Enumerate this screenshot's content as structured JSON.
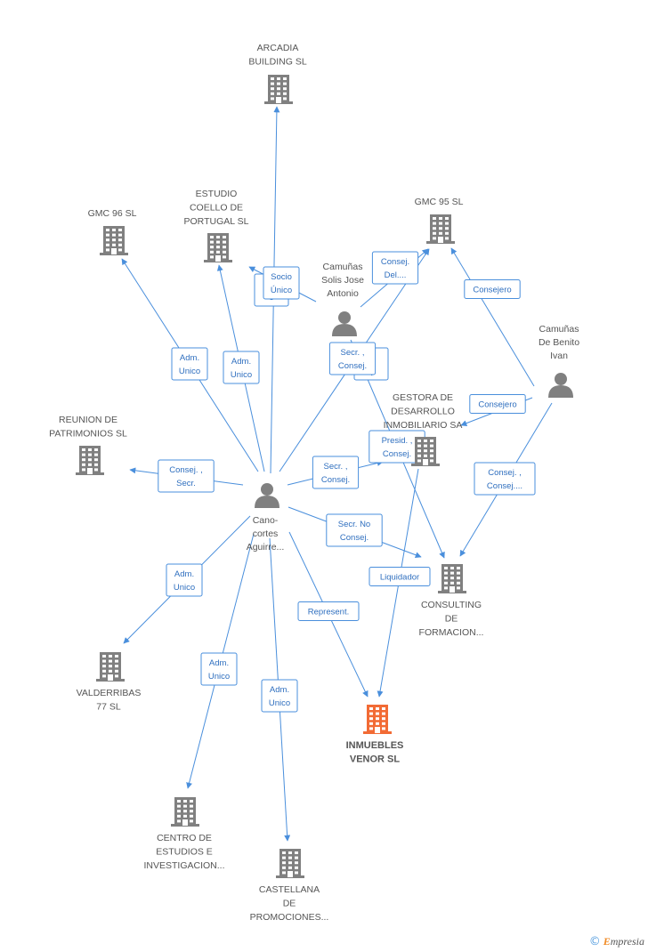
{
  "colors": {
    "edge": "#4a8fdc",
    "company": "#808080",
    "focus_company": "#f26b35",
    "person": "#808080"
  },
  "nodes": [
    {
      "id": "arcadia",
      "type": "company",
      "label": [
        "ARCADIA",
        "BUILDING  SL"
      ]
    },
    {
      "id": "estudio_coello",
      "type": "company",
      "label": [
        "ESTUDIO",
        "COELLO DE",
        "PORTUGAL  SL"
      ]
    },
    {
      "id": "gmc96",
      "type": "company",
      "label": [
        "GMC 96 SL"
      ]
    },
    {
      "id": "gmc95",
      "type": "company",
      "label": [
        "GMC 95 SL"
      ]
    },
    {
      "id": "camunas_solis",
      "type": "person",
      "label": [
        "Camuñas",
        "Solis Jose",
        "Antonio"
      ]
    },
    {
      "id": "camunas_benito",
      "type": "person",
      "label": [
        "Camuñas",
        "De Benito",
        "Ivan"
      ]
    },
    {
      "id": "gestora",
      "type": "company",
      "label": [
        "GESTORA DE",
        "DESARROLLO",
        "INMOBILIARIO SA"
      ]
    },
    {
      "id": "reunion",
      "type": "company",
      "label": [
        "REUNION DE",
        "PATRIMONIOS SL"
      ]
    },
    {
      "id": "canocortes",
      "type": "person",
      "label": [
        "Cano-",
        "cortes",
        "Aguirre..."
      ]
    },
    {
      "id": "consulting",
      "type": "company",
      "label": [
        "CONSULTING",
        "DE",
        "FORMACION..."
      ]
    },
    {
      "id": "valderribas",
      "type": "company",
      "label": [
        "VALDERRIBAS",
        "77 SL"
      ]
    },
    {
      "id": "inmuebles",
      "type": "company",
      "focus": true,
      "label": [
        "INMUEBLES",
        "VENOR SL"
      ]
    },
    {
      "id": "centro",
      "type": "company",
      "label": [
        "CENTRO DE",
        "ESTUDIOS E",
        "INVESTIGACION..."
      ]
    },
    {
      "id": "castellana",
      "type": "company",
      "label": [
        "CASTELLANA",
        "DE",
        "PROMOCIONES..."
      ]
    }
  ],
  "edges": [
    {
      "from": "canocortes",
      "to": "arcadia",
      "label": []
    },
    {
      "from": "canocortes",
      "to": "estudio_coello",
      "label": [
        "Adm.",
        "Unico"
      ]
    },
    {
      "from": "canocortes",
      "to": "gmc96",
      "label": [
        "Adm.",
        "Unico"
      ]
    },
    {
      "from": "canocortes",
      "to": "gmc95",
      "label": [
        "Secr. ,",
        "Consej."
      ]
    },
    {
      "from": "canocortes",
      "to": "reunion",
      "label": [
        "Consej. ,",
        "Secr."
      ]
    },
    {
      "from": "canocortes",
      "to": "gestora",
      "label": [
        "Secr. ,",
        "Consej."
      ]
    },
    {
      "from": "canocortes",
      "to": "consulting",
      "label": [
        "Secr.  No",
        "Consej."
      ]
    },
    {
      "from": "canocortes",
      "to": "inmuebles",
      "label": [
        "Represent."
      ]
    },
    {
      "from": "canocortes",
      "to": "valderribas",
      "label": [
        "Adm.",
        "Unico"
      ]
    },
    {
      "from": "canocortes",
      "to": "centro",
      "label": [
        "Adm.",
        "Unico"
      ]
    },
    {
      "from": "canocortes",
      "to": "castellana",
      "label": [
        "Adm.",
        "Unico"
      ]
    },
    {
      "from": "camunas_solis",
      "to": "estudio_coello",
      "label": [
        "Socio",
        "Único"
      ]
    },
    {
      "from": "camunas_solis",
      "to": "gmc95",
      "label": [
        "Consej.",
        "Del...."
      ]
    },
    {
      "from": "camunas_solis",
      "to": "consulting",
      "label": [
        "Presid. ,",
        "Consej."
      ]
    },
    {
      "from": "camunas_benito",
      "to": "gmc95",
      "label": [
        "Consejero"
      ]
    },
    {
      "from": "camunas_benito",
      "to": "gestora",
      "label": [
        "Consejero"
      ]
    },
    {
      "from": "camunas_benito",
      "to": "consulting",
      "label": [
        "Consej. ,",
        "Consej...."
      ]
    },
    {
      "from": "gestora",
      "to": "inmuebles",
      "label": [
        "Liquidador"
      ]
    }
  ],
  "extra_tags": [
    {
      "label": [
        "A",
        "U"
      ]
    },
    {
      "label": [
        "d.",
        "ej."
      ]
    }
  ],
  "footer": {
    "copyright": "©",
    "brand_first": "E",
    "brand_rest": "mpresia"
  }
}
